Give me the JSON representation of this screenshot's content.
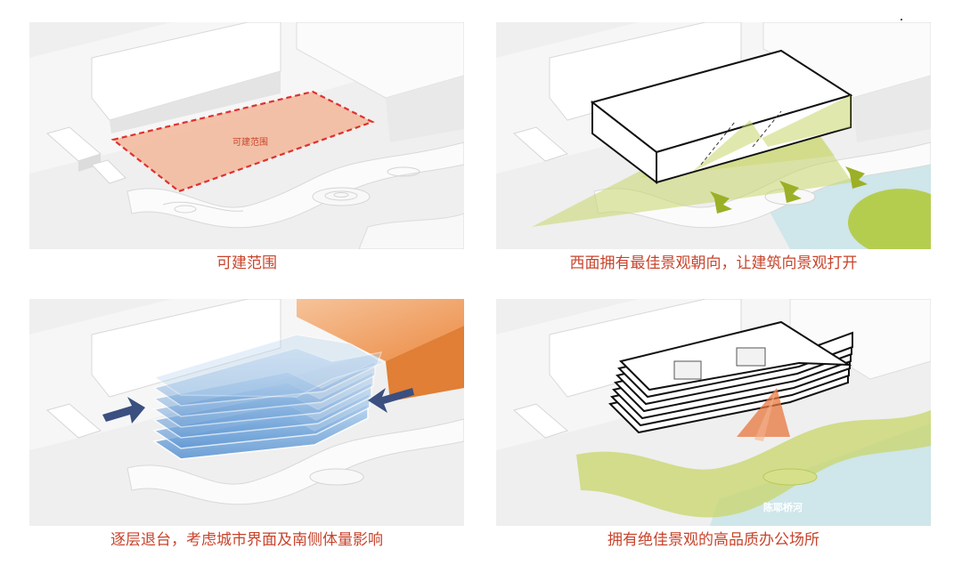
{
  "panels": [
    {
      "caption": "可建范围",
      "annotation": "可建范围"
    },
    {
      "caption": "西面拥有最佳景观朝向，让建筑向景观打开"
    },
    {
      "caption": "逐层退台，考虑城市界面及南侧体量影响"
    },
    {
      "caption": "拥有绝佳景观的高品质办公场所",
      "annotation": "陈耶桥河"
    }
  ],
  "colors": {
    "caption": "#c8442c",
    "site_boundary": "#e0312f",
    "site_fill": "#f2b79a",
    "landscape_green": "#c8d66a",
    "water": "#cfe6ea",
    "glass_blue": "#6fa8dc",
    "arrow_navy": "#3b4f80",
    "neighbor_orange": "#f0a463"
  }
}
